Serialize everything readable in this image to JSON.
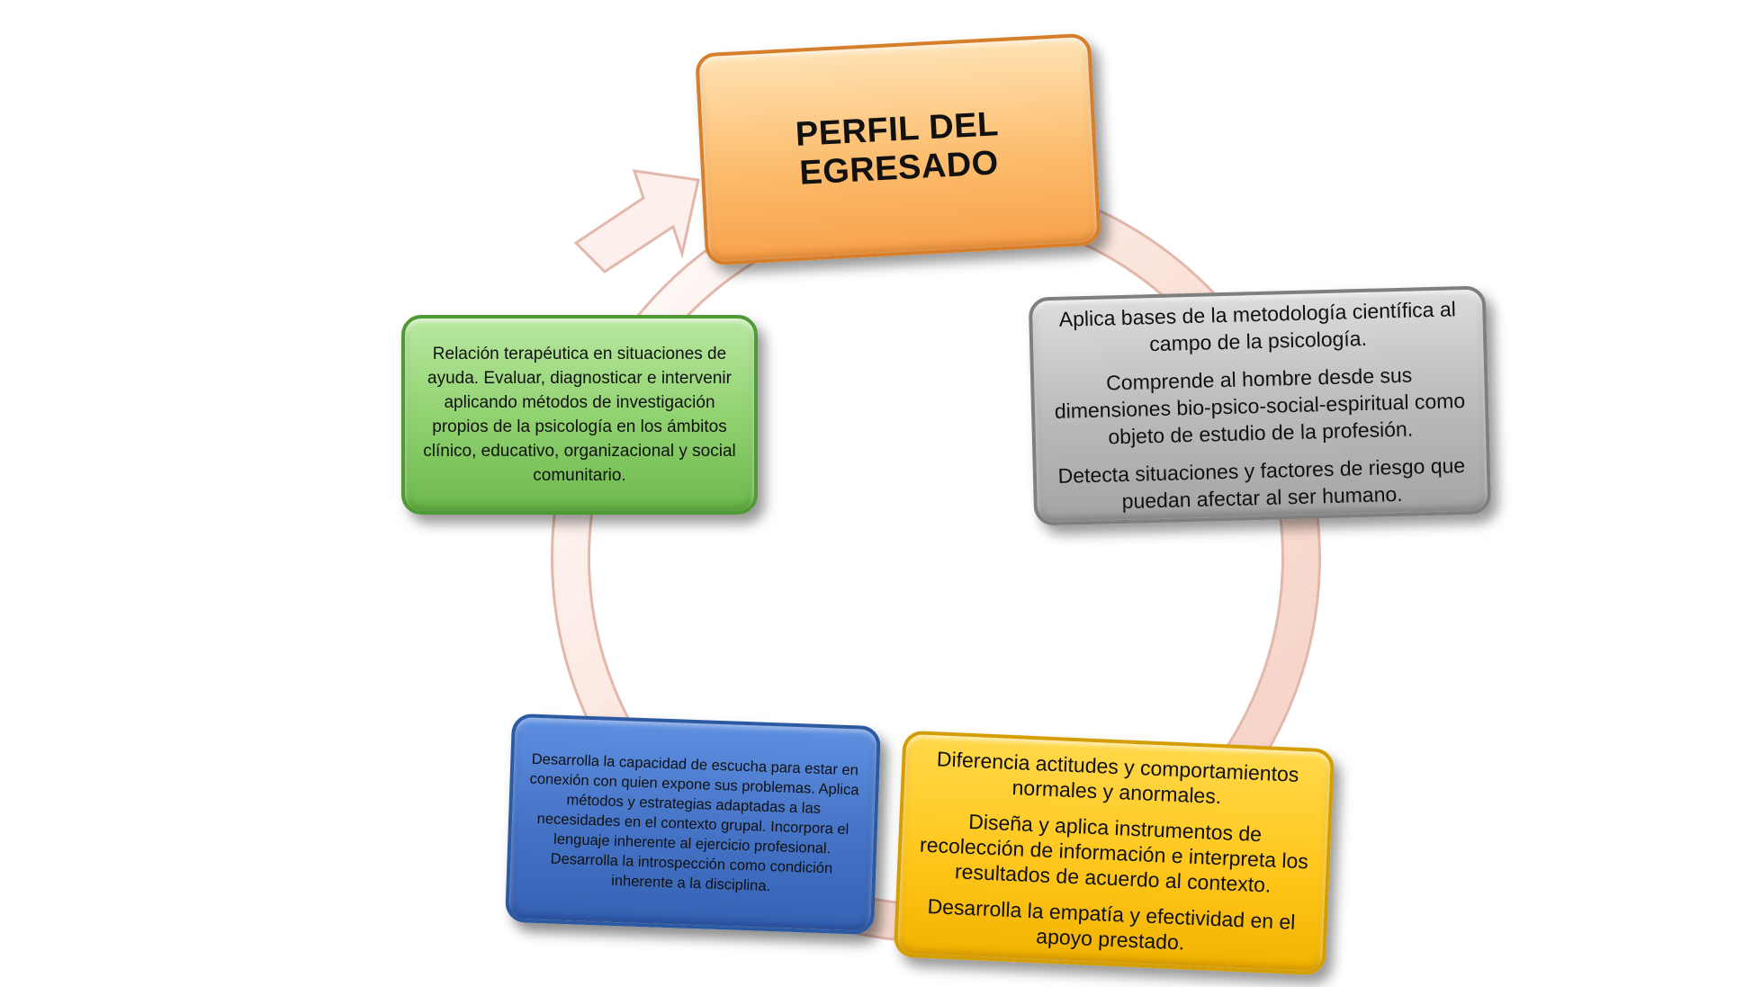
{
  "diagram": {
    "title": "PERFIL DEL EGRESADO",
    "gray_box": [
      "Aplica bases de la metodología científica al campo de la psicología.",
      "Comprende al hombre desde sus dimensiones bio-psico-social-espiritual como objeto de estudio de la profesión.",
      "Detecta situaciones y factores de riesgo que puedan afectar al ser humano."
    ],
    "yellow_box": [
      "Diferencia actitudes y comportamientos normales y anormales.",
      "Diseña y aplica instrumentos de recolección de información e interpreta los resultados de acuerdo al contexto.",
      "Desarrolla la empatía y efectividad en el apoyo prestado."
    ],
    "blue_box": "Desarrolla la capacidad de escucha para estar en conexión con quien expone sus problemas. Aplica métodos y estrategias adaptadas a las necesidades en el contexto grupal. Incorpora el lenguaje inherente al ejercicio profesional. Desarrolla la introspección como condición inherente a la disciplina.",
    "green_box": "Relación terapéutica en situaciones de ayuda. Evaluar, diagnosticar e intervenir aplicando métodos de investigación propios de la psicología en los ámbitos clínico, educativo, organizacional y social comunitario.",
    "colors": {
      "title_fill": "#fcbd6e",
      "gray_fill": "#bcbcbc",
      "yellow_fill": "#ffc71c",
      "blue_fill": "#4472c4",
      "green_fill": "#8ed06d",
      "ring_fill": "#fbe4dc"
    }
  }
}
